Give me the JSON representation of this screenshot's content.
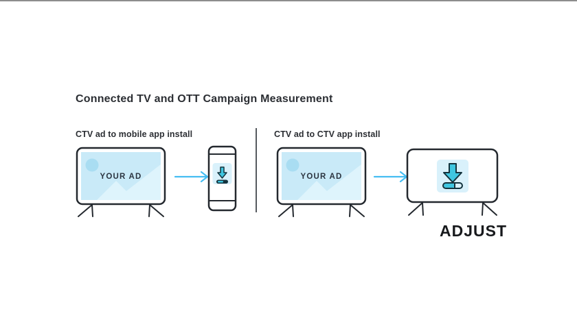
{
  "title": "Connected TV and OTT Campaign Measurement",
  "sections": {
    "left": {
      "label": "CTV ad to mobile app install",
      "tv_ad_text": "YOUR AD"
    },
    "right": {
      "label": "CTV ad to CTV app install",
      "tv_ad_text": "YOUR AD"
    }
  },
  "logo": {
    "text": "ADJUST"
  },
  "icons": {
    "flow_arrow": "arrow-right-icon",
    "app_install": "download-icon",
    "source_screen": "tv-icon",
    "mobile_target": "phone-icon",
    "ctv_target": "tv-icon"
  },
  "colors": {
    "background": "#ffffff",
    "text_dark": "#2b2e33",
    "outline_dark": "#23282e",
    "screen_blue": "#c9eaf8",
    "screen_circle_blue": "#a9ddf2",
    "screen_mountain_blue": "#def4fc",
    "arrow_blue": "#45bdf2",
    "icon_bg_blue": "#d9f1fb",
    "icon_cyan": "#3fc6e0",
    "icon_outline_teal": "#14333d",
    "divider_gray": "#55595e"
  }
}
